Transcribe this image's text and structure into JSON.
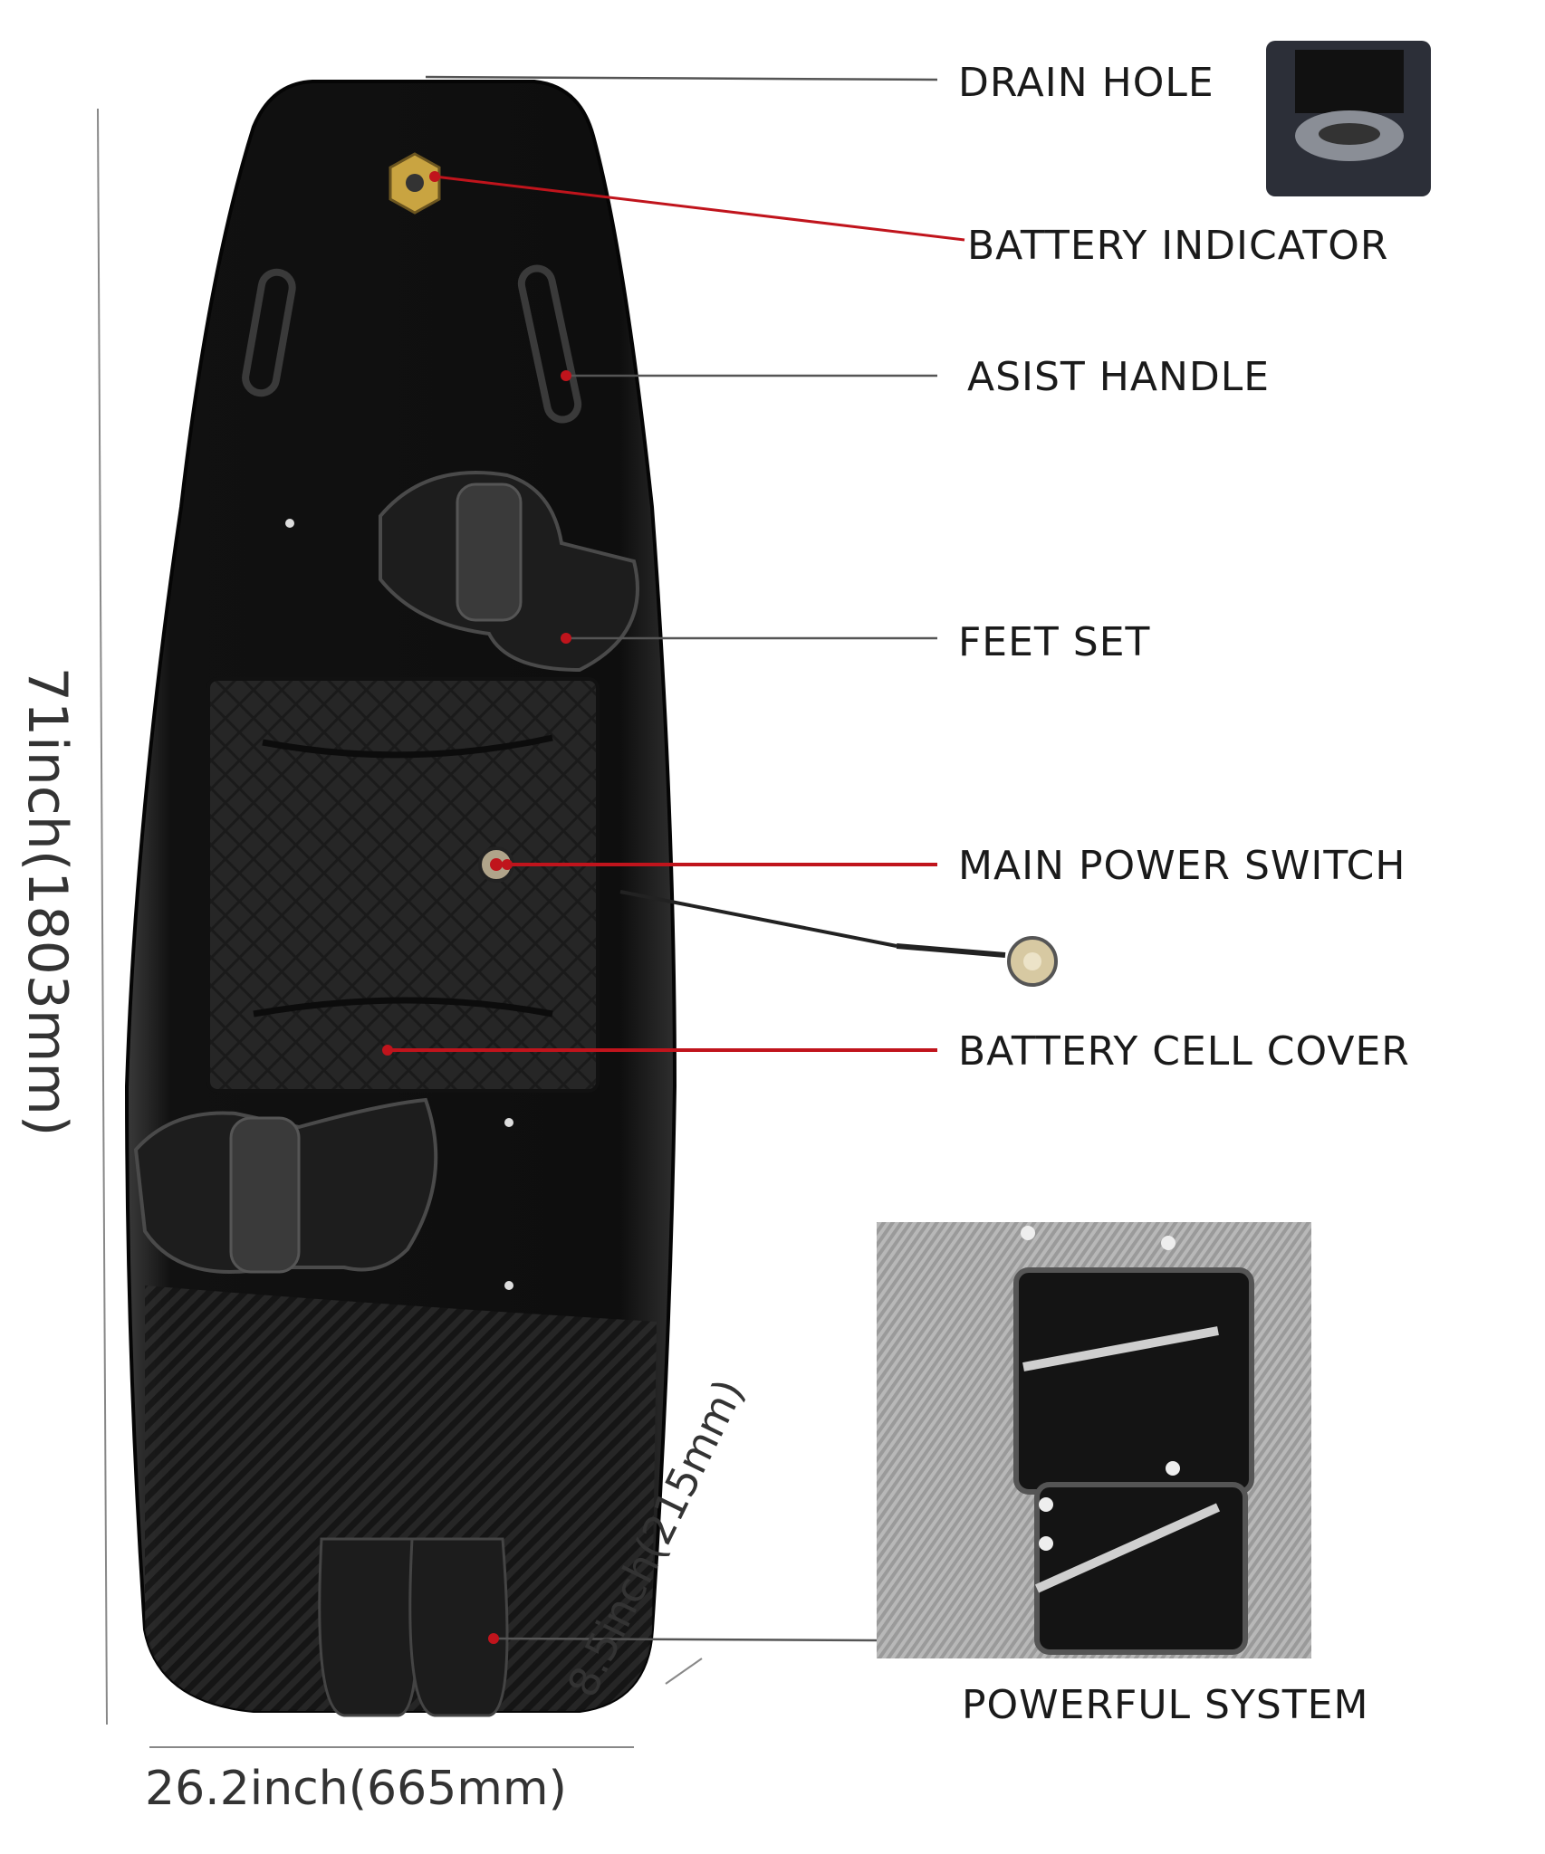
{
  "callouts": {
    "drain_hole": "DRAIN HOLE",
    "battery_indicator": "BATTERY INDICATOR",
    "assist_handle": "ASIST HANDLE",
    "feet_set": "FEET SET",
    "main_power_switch": "MAIN POWER SWITCH",
    "battery_cell_cover": "BATTERY  CELL  COVER",
    "powerful_system": "POWERFUL SYSTEM"
  },
  "dimensions": {
    "length": "71inch(1803mm)",
    "width": "26.2inch(665mm)",
    "height": "8.5inch(215mm)"
  },
  "colors": {
    "board": "#141414",
    "pad": "#262626",
    "leader_red": "#c0141c",
    "leader_gray": "#555555",
    "indicator_gold": "#c9a441"
  }
}
